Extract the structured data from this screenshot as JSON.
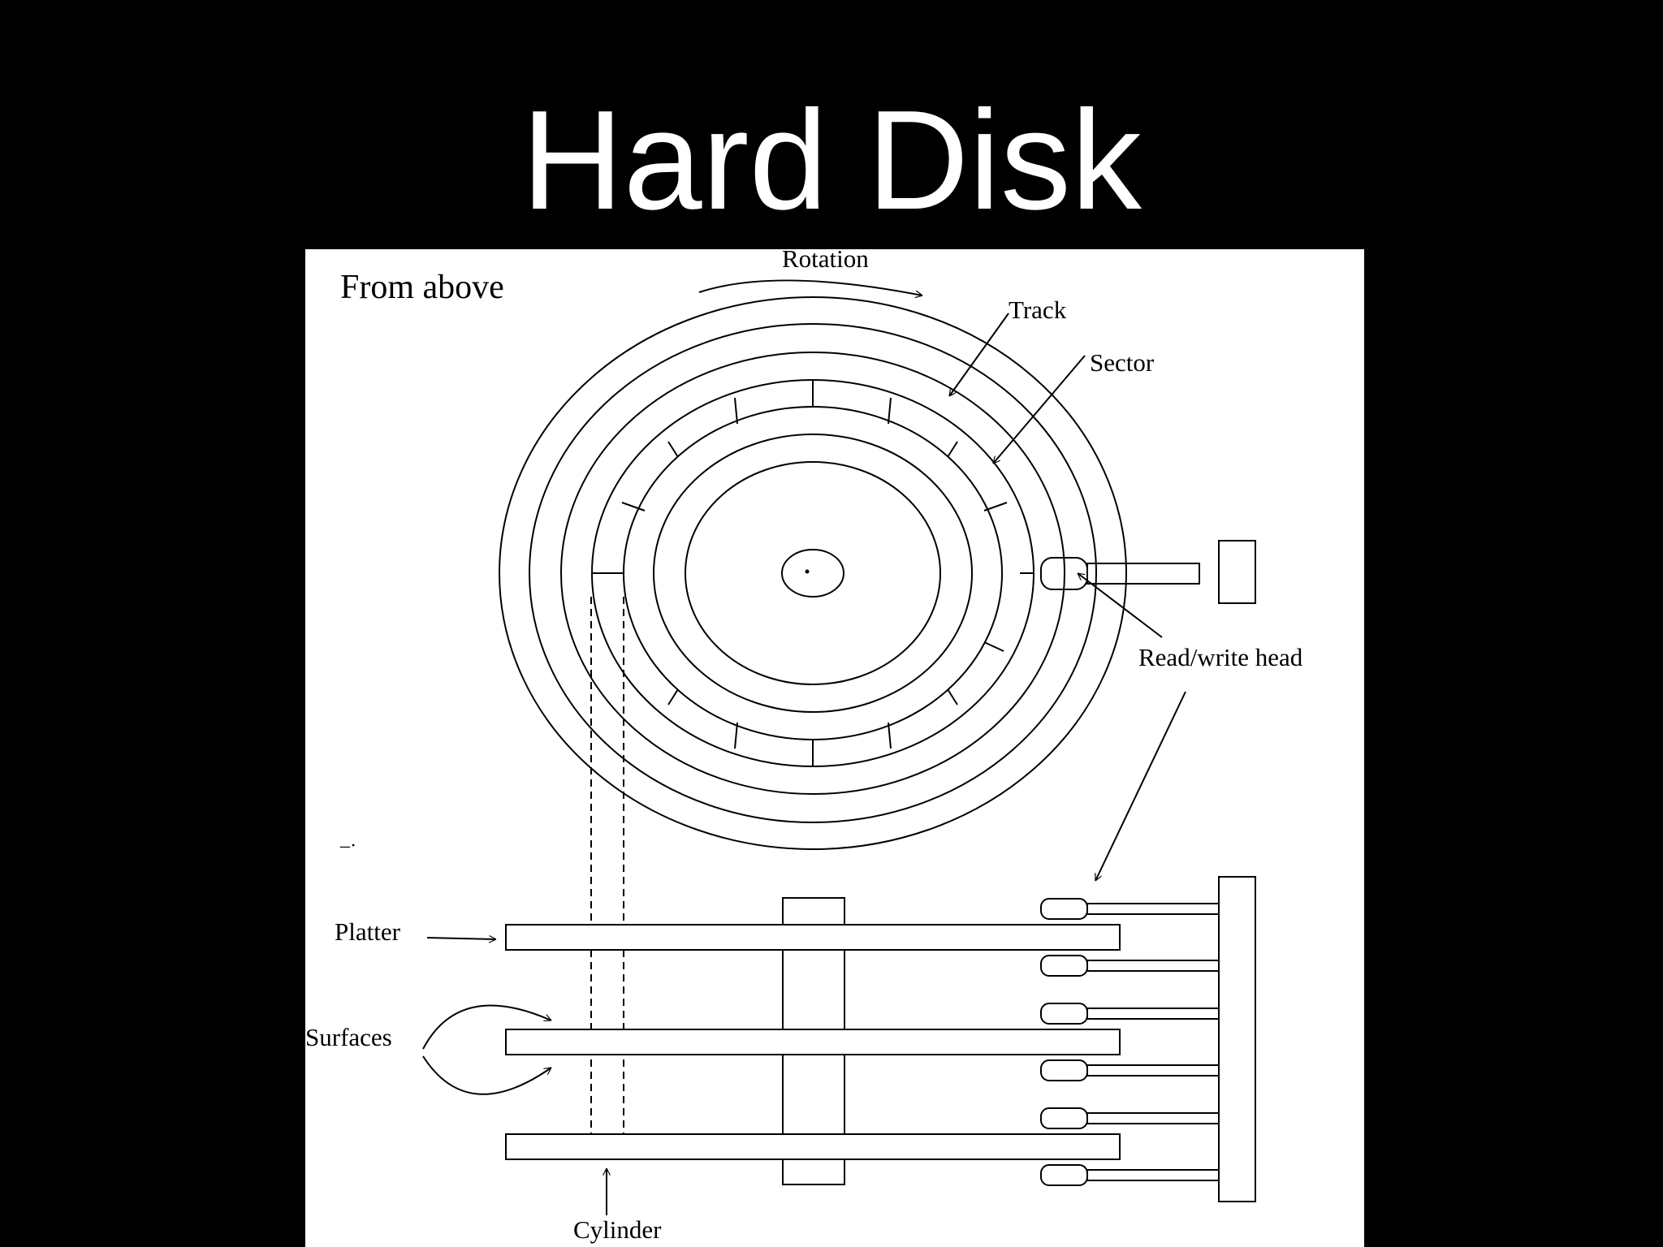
{
  "slide": {
    "title": "Hard Disk"
  },
  "figure": {
    "view_top_label": "From above",
    "rotation_label": "Rotation",
    "track_label": "Track",
    "sector_label": "Sector",
    "head_label": "Read/write head",
    "platter_label": "Platter",
    "surfaces_label": "Surfaces",
    "cylinder_label": "Cylinder",
    "stray_mark": "–·"
  },
  "colors": {
    "slide_background": "#000000",
    "title_text": "#ffffff",
    "figure_background": "#ffffff",
    "line": "#000000"
  }
}
